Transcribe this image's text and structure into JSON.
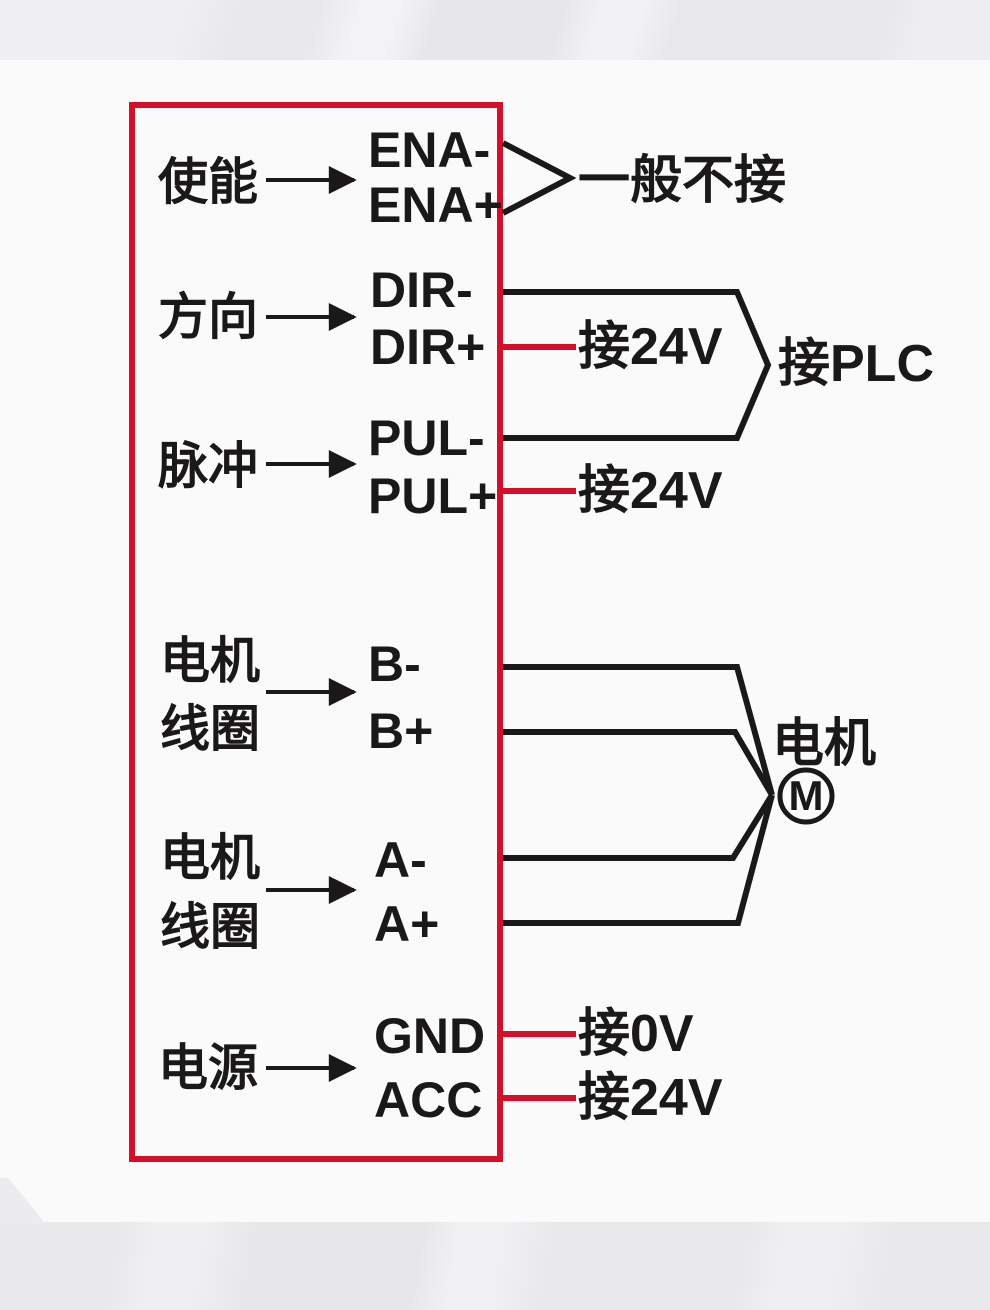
{
  "colors": {
    "accent_red": "#d40f2a",
    "line_black": "#1b181a",
    "background": "#fbfafb",
    "band_gray": "#e8e7ea"
  },
  "driver": {
    "rows": [
      {
        "label": "使能",
        "terminal_top": "ENA-",
        "terminal_bottom": "ENA+"
      },
      {
        "label": "方向",
        "terminal_top": "DIR-",
        "terminal_bottom": "DIR+"
      },
      {
        "label": "脉冲",
        "terminal_top": "PUL-",
        "terminal_bottom": "PUL+"
      },
      {
        "label_line1": "电机",
        "label_line2": "线圈",
        "terminal_top": "B-",
        "terminal_bottom": "B+"
      },
      {
        "label_line1": "电机",
        "label_line2": "线圈",
        "terminal_top": "A-",
        "terminal_bottom": "A+"
      },
      {
        "label": "电源",
        "terminal_top": "GND",
        "terminal_bottom": "ACC"
      }
    ]
  },
  "annotations": {
    "ena_note": "一般不接",
    "dir_plus_supply": "接24V",
    "pul_plus_supply": "接24V",
    "plc_note": "接PLC",
    "motor_label": "电机",
    "motor_symbol": "M",
    "gnd_supply": "接0V",
    "acc_supply": "接24V"
  }
}
